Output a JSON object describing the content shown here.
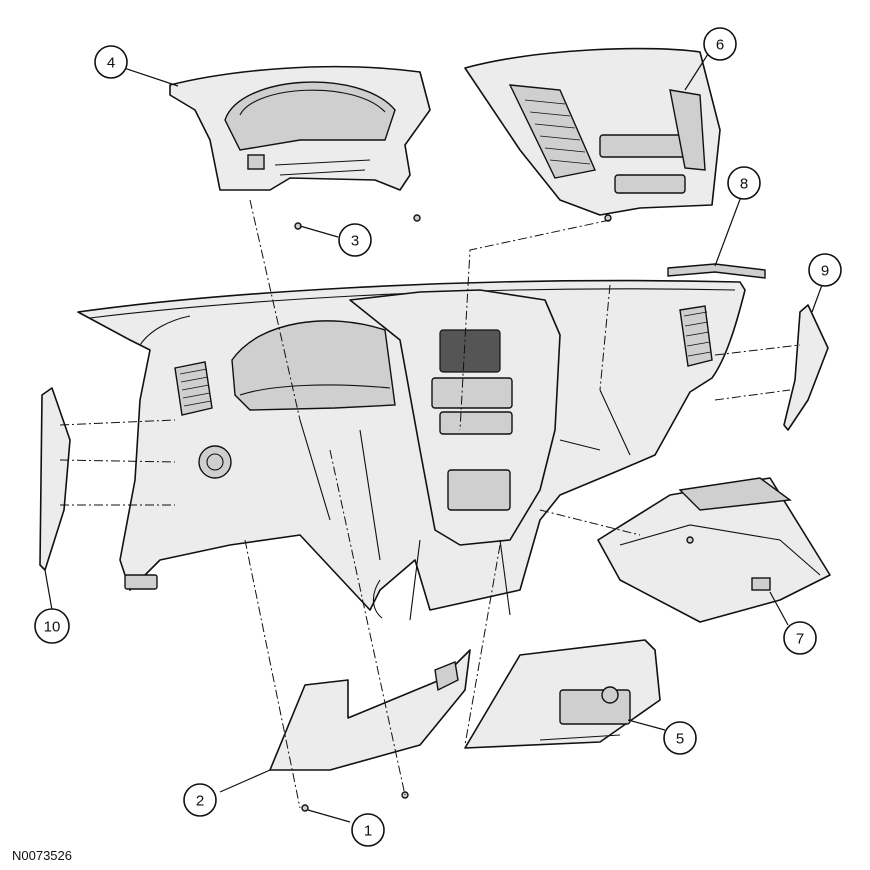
{
  "callouts": [
    {
      "id": "callout-1",
      "label": "1"
    },
    {
      "id": "callout-2",
      "label": "2"
    },
    {
      "id": "callout-3",
      "label": "3"
    },
    {
      "id": "callout-4",
      "label": "4"
    },
    {
      "id": "callout-5",
      "label": "5"
    },
    {
      "id": "callout-6",
      "label": "6"
    },
    {
      "id": "callout-7",
      "label": "7"
    },
    {
      "id": "callout-8",
      "label": "8"
    },
    {
      "id": "callout-9",
      "label": "9"
    },
    {
      "id": "callout-10",
      "label": "10"
    }
  ],
  "figure_id": "N0073526"
}
